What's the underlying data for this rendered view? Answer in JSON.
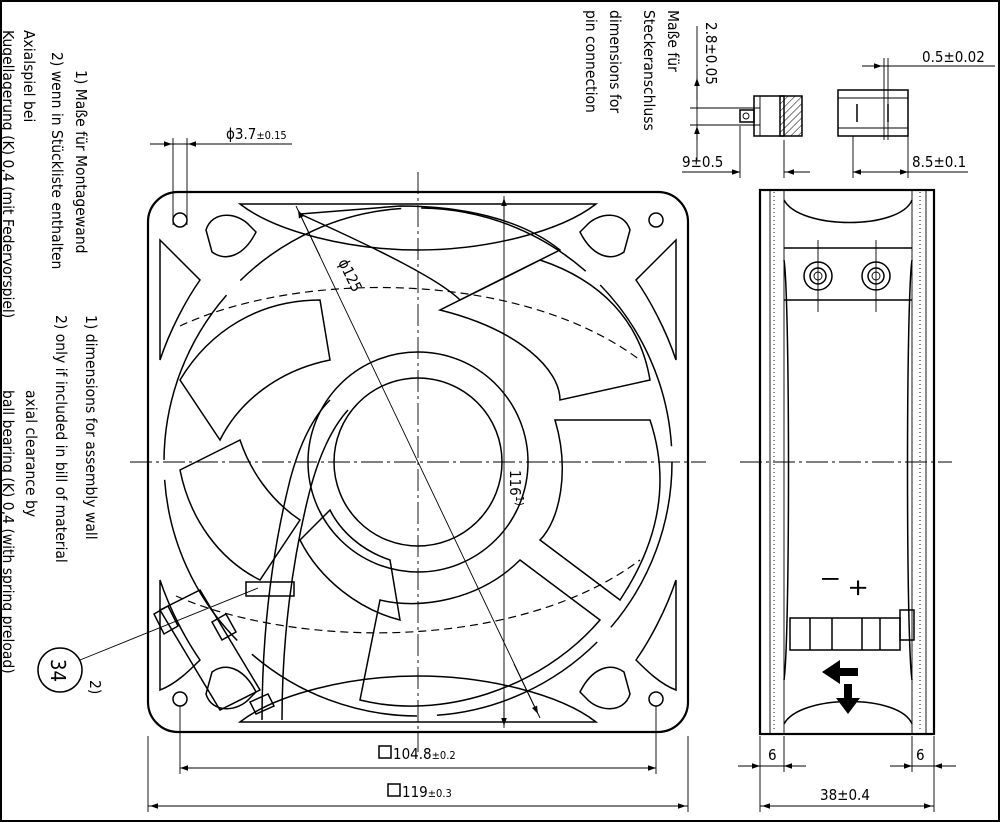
{
  "notes_de": {
    "line1": "1) Maße für Montagewand",
    "line2": "2) wenn in Stückliste enthalten",
    "line3": "Axialspiel bei",
    "line4": "Kugellagerung (K)  0,4 (mit Federvorspiel)"
  },
  "notes_en": {
    "line1": "1) dimensions for assembly wall",
    "line2": "2) only if included in bill of material",
    "line3": "axial clearance by",
    "line4": "ball bearing (K)  0,4 (with spring preload)"
  },
  "pin_connection": {
    "de_1": "Maße für",
    "de_2": "Steckeranschluss",
    "en_1": "dimensions for",
    "en_2": "pin connection",
    "dim_height": "2.8±0.05",
    "dim_offset": "9±0.5",
    "dim_thickness": "0.5±0.02",
    "dim_length": "8.5±0.1"
  },
  "front_view": {
    "hole_dia_main": "ϕ3.7",
    "hole_dia_tol": "±0.15",
    "diameter_label": "ϕ125",
    "height_label": "116",
    "height_sup": "1)",
    "inner_main": "104.8",
    "inner_tol": "±0.2",
    "outer_main": "119",
    "outer_tol": "±0.3",
    "balloon": "34",
    "footnote_ref": "2)"
  },
  "side_view": {
    "dim_left": "6",
    "dim_right": "6",
    "dim_depth": "38±0.4",
    "minus_symbol": "I",
    "plus_symbol": "+"
  }
}
